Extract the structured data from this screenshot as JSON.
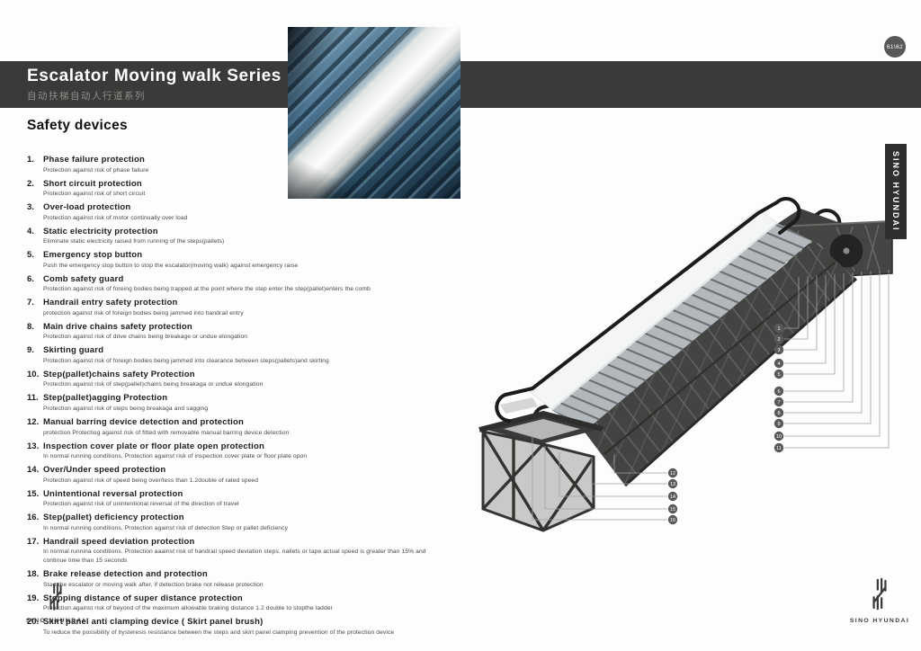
{
  "page": {
    "badge": "61\\62",
    "side_tab": "SINO HYUNDAI"
  },
  "header": {
    "title": "Escalator Moving walk Series",
    "subtitle": "自动扶梯自动人行道系列"
  },
  "section": {
    "title": "Safety devices"
  },
  "safety_devices": [
    {
      "num": "1.",
      "title": "Phase failure protection",
      "desc": "Protection against risk of phase failure"
    },
    {
      "num": "2.",
      "title": "Short circuit protection",
      "desc": "Protection against risk of short circuit"
    },
    {
      "num": "3.",
      "title": "Over-load protection",
      "desc": "Protection against risk of motor continually over load"
    },
    {
      "num": "4.",
      "title": "Static electricity protection",
      "desc": "Eliminate static electricity raised from running of the steps(pallets)"
    },
    {
      "num": "5.",
      "title": "Emergency stop button",
      "desc": "Push the emergency stop button to stop the escalator(moving walk) against emergency raise"
    },
    {
      "num": "6.",
      "title": "Comb safety guard",
      "desc": "Protection against risk of foreing bodies being trapped at the point where the step enter the step(pallet)enters the comb"
    },
    {
      "num": "7.",
      "title": "Handrail entry safety protection",
      "desc": "protection against risk of foreign bodies being jammed into handrail entry"
    },
    {
      "num": "8.",
      "title": "Main drive chains safety protection",
      "desc": "Protection against risk of drive chains being breakage or undue elongation"
    },
    {
      "num": "9.",
      "title": "Skirting guard",
      "desc": "Protection against risk of foreign bodies being jammed into clearance between steps(pallets)and skirting"
    },
    {
      "num": "10.",
      "title": "Step(pallet)chains safety Protection",
      "desc": "Protection against risk of step(pallet)chains being breakaga or undue elongation"
    },
    {
      "num": "11.",
      "title": "Step(pallet)agging Protection",
      "desc": "Protection against risk of steps being breakaga and sagging"
    },
    {
      "num": "12.",
      "title": "Manual barring device detection and protection",
      "desc": "protection Protectiog against risk of fitted with removable manual barring device detection"
    },
    {
      "num": "13.",
      "title": "Inspection cover plate or floor plate open protection",
      "desc": "In normal running conditions, Protection against risk of inspection cover plate or floor plate opon"
    },
    {
      "num": "14.",
      "title": "Over/Under speed protection",
      "desc": "Protection against risk of speed being over/tess than 1.2double of rated speed"
    },
    {
      "num": "15.",
      "title": "Unintentional reversal protection",
      "desc": "Protection against risk of unintentional reversal of the direction of travel"
    },
    {
      "num": "16.",
      "title": "Step(pallet) deficiency protection",
      "desc": "In normal running conditions, Protection against risk of detection Step or pallet deficiency"
    },
    {
      "num": "17.",
      "title": "Handrail speed deviation protection",
      "desc": "In normal runnina conditions. Protection aaainst risk of handrail speed deviation steps. nallets or tape actual speed is greater than 15% and continue time than 15 seconds"
    },
    {
      "num": "18.",
      "title": "Brake release detection and protection",
      "desc": "Start the escalator or moving walk after, if detection brake not release protection"
    },
    {
      "num": "19.",
      "title": "Stopping distance of super distance protection",
      "desc": "Protection against risk of beyond of the maximum allowable braking distance 1.2 double to stopthe ladder"
    },
    {
      "num": "20.",
      "title": "Skirt panel anti clamping device ( Skirt panel brush)",
      "desc": "To reduce the possibility of hysteresis resistance between the steps and skirt panel clamping prevention of the protection device"
    }
  ],
  "diagram": {
    "top_callouts": [
      "1",
      "2",
      "3",
      "4",
      "5",
      "6",
      "7",
      "8",
      "9",
      "10",
      "11"
    ],
    "bottom_callouts": [
      "12",
      "13",
      "14",
      "15",
      "16"
    ]
  },
  "footer": {
    "left_logo_text": "SINO HYUNDAI",
    "right_logo_text": "SINO HYUNDAI"
  },
  "colors": {
    "header_band": "#3a3a38",
    "brand_tab": "#2f2f2d",
    "badge": "#58585a",
    "illustration_dark": "#434341",
    "photo_blue": "#4a7390"
  }
}
